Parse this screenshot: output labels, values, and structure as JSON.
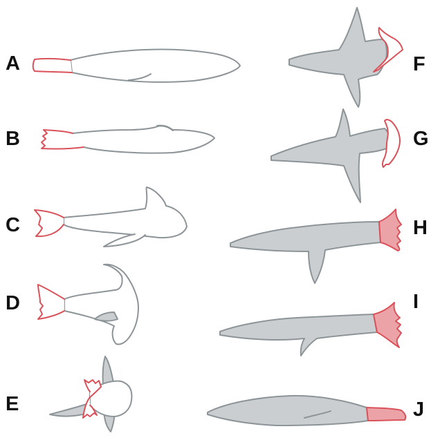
{
  "colors": {
    "body_outline": "#8c9498",
    "body_fill": "#cbced0",
    "tail_highlight": "#d9525a",
    "tail_fill": "#eba3a8"
  },
  "panels": [
    {
      "label": "A",
      "style": "outline"
    },
    {
      "label": "B",
      "style": "outline"
    },
    {
      "label": "C",
      "style": "outline"
    },
    {
      "label": "D",
      "style": "outline"
    },
    {
      "label": "E",
      "style": "outline"
    },
    {
      "label": "F",
      "style": "filled"
    },
    {
      "label": "G",
      "style": "filled"
    },
    {
      "label": "H",
      "style": "filled"
    },
    {
      "label": "I",
      "style": "filled"
    },
    {
      "label": "J",
      "style": "filled"
    }
  ]
}
